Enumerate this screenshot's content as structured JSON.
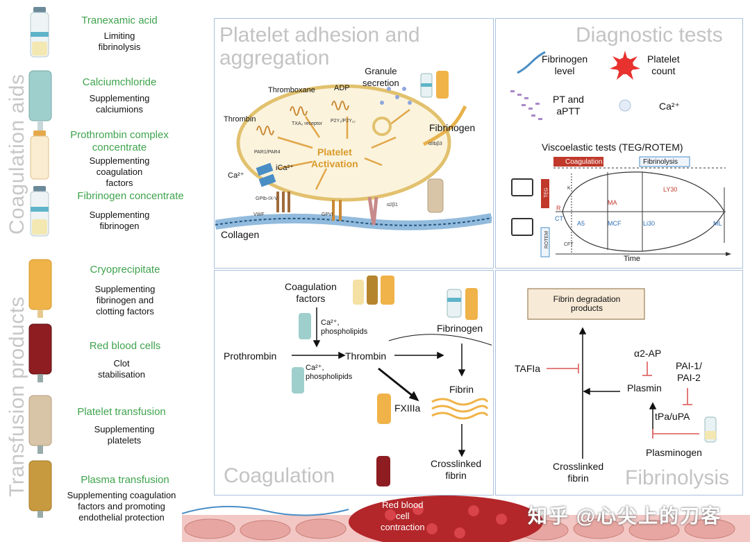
{
  "left": {
    "coagulation_aids_title": "Coagulation aids",
    "transfusion_products_title": "Transfusion products",
    "items": [
      {
        "name": "Tranexamic acid",
        "desc": "Limiting\nfibrinolysis"
      },
      {
        "name": "Calciumchloride",
        "desc": "Supplementing\ncalciumions"
      },
      {
        "name": "Prothrombin complex\nconcentrate",
        "desc": "Supplementing\ncoagulation\nfactors"
      },
      {
        "name": "Fibrinogen concentrate",
        "desc": "Supplementing\nfibrinogen"
      },
      {
        "name": "Cryoprecipitate",
        "desc": "Supplementing\nfibrinogen and\nclotting factors"
      },
      {
        "name": "Red blood cells",
        "desc": "Clot\nstabilisation"
      },
      {
        "name": "Platelet transfusion",
        "desc": "Supplementing\nplatelets"
      },
      {
        "name": "Plasma transfusion",
        "desc": "Supplementing coagulation\nfactors and promoting\nendothelial protection"
      }
    ]
  },
  "panel_platelet": {
    "title": "Platelet adhesion and\naggregation",
    "thromboxane": "Thromboxane",
    "adp": "ADP",
    "granule": "Granule\nsecretion",
    "thrombin": "Thrombin",
    "txa2": "TXA₂ receptor",
    "p2y": "P2Y₁/P2Y₁₂",
    "par": "PAR1/PAR4",
    "activation": "Platelet\nActivation",
    "fibrinogen": "Fibrinogen",
    "aiib": "αIIbβ3",
    "ca": "Ca²⁺",
    "ica": "iCa²⁺",
    "gpib": "GPIb-IX-V",
    "vwf": "VWF",
    "gpvi": "GPVI",
    "a2b1": "α2β1",
    "collagen": "Collagen"
  },
  "panel_diag": {
    "title": "Diagnostic tests",
    "fibrinogen_level": "Fibrinogen\nlevel",
    "platelet_count": "Platelet\ncount",
    "pt_aptt": "PT and\naPTT",
    "ca": "Ca²⁺",
    "visco": "Viscoelastic tests (TEG/ROTEM)",
    "coag_box": "Coagulation",
    "fibrin_box": "Fibrinolysis",
    "teg": "TEG",
    "rotem": "ROTEM",
    "r": "R",
    "ct": "CT",
    "k": "K",
    "ma": "MA",
    "ly30": "LY30",
    "a5": "A5",
    "mcf": "MCF",
    "li30": "Li30",
    "ml": "ML",
    "cft": "CFT",
    "time": "Time"
  },
  "panel_coag": {
    "title": "Coagulation",
    "factors": "Coagulation\nfactors",
    "ca1": "Ca²⁺,\nphospholipids",
    "ca2": "Ca²⁺,\nphospholipids",
    "prothrombin": "Prothrombin",
    "thrombin": "Thrombin",
    "fibrinogen": "Fibrinogen",
    "fibrin": "Fibrin",
    "fxiiia": "FXIIIa",
    "crosslinked": "Crosslinked\nfibrin"
  },
  "panel_fib": {
    "title": "Fibrinolysis",
    "fdp": "Fibrin degradation\nproducts",
    "tafia": "TAFIa",
    "a2ap": "α2-AP",
    "pai": "PAI-1/\nPAI-2",
    "plasmin": "Plasmin",
    "tpa": "tPa/uPA",
    "plasminogen": "Plasminogen",
    "crosslinked": "Crosslinked\nfibrin"
  },
  "bottom": {
    "rbc": "Red blood\ncell\ncontraction",
    "watermark": "知乎 @心尖上的刀客"
  },
  "colors": {
    "green": "#3fa34d",
    "panel_border": "#a9c1dc",
    "orange": "#d99a2b",
    "red": "#c0392b",
    "blue": "#2f6fb5"
  }
}
